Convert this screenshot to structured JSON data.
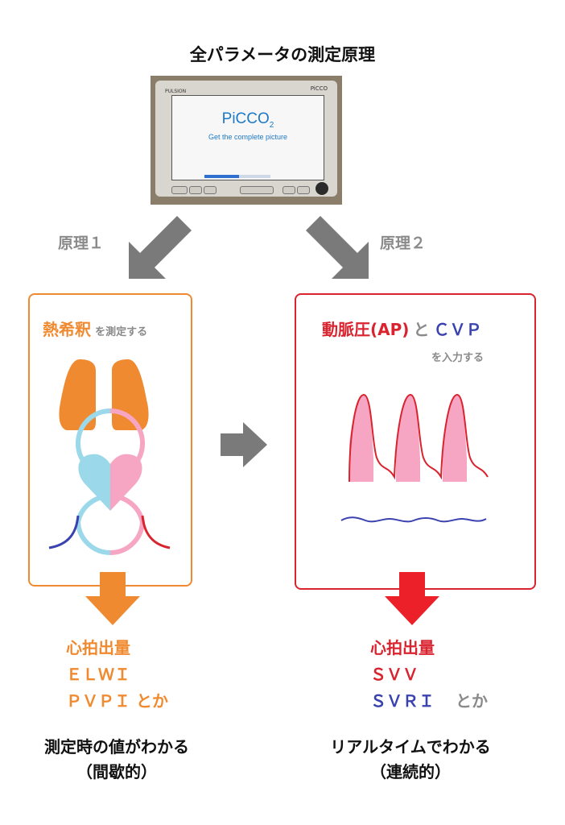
{
  "title": "全パラメータの測定原理",
  "device": {
    "brand_left": "PULSION",
    "brand_right": "PiCCO",
    "screen_title": "PiCCO",
    "screen_title_sub": "2",
    "screen_subtitle": "Get the complete picture",
    "progress_fraction": 0.52
  },
  "principle1": "原理１",
  "principle2": "原理２",
  "left_box": {
    "title": "熱希釈",
    "suffix": "を測定する"
  },
  "right_box": {
    "title_ap": "動脈圧(AP)",
    "and": "と",
    "cvp": "ＣＶＰ",
    "suffix": "を入力する"
  },
  "left_results": [
    "心拍出量",
    "ＥＬＷＩ",
    "ＰＶＰＩ とか"
  ],
  "right_results": {
    "line1": "心拍出量",
    "line2": "ＳＶＶ",
    "line3_blue": "ＳＶＲＩ",
    "line3_gray": "とか"
  },
  "left_bottom": [
    "測定時の値がわかる",
    "（間歇的）"
  ],
  "right_bottom": [
    "リアルタイムでわかる",
    "（連続的）"
  ],
  "colors": {
    "orange": "#f08a30",
    "red": "#d9232f",
    "blue": "#3a42b0",
    "gray": "#8a8a8a",
    "pink": "#f6a6c3",
    "lightblue": "#9ad8ea"
  }
}
